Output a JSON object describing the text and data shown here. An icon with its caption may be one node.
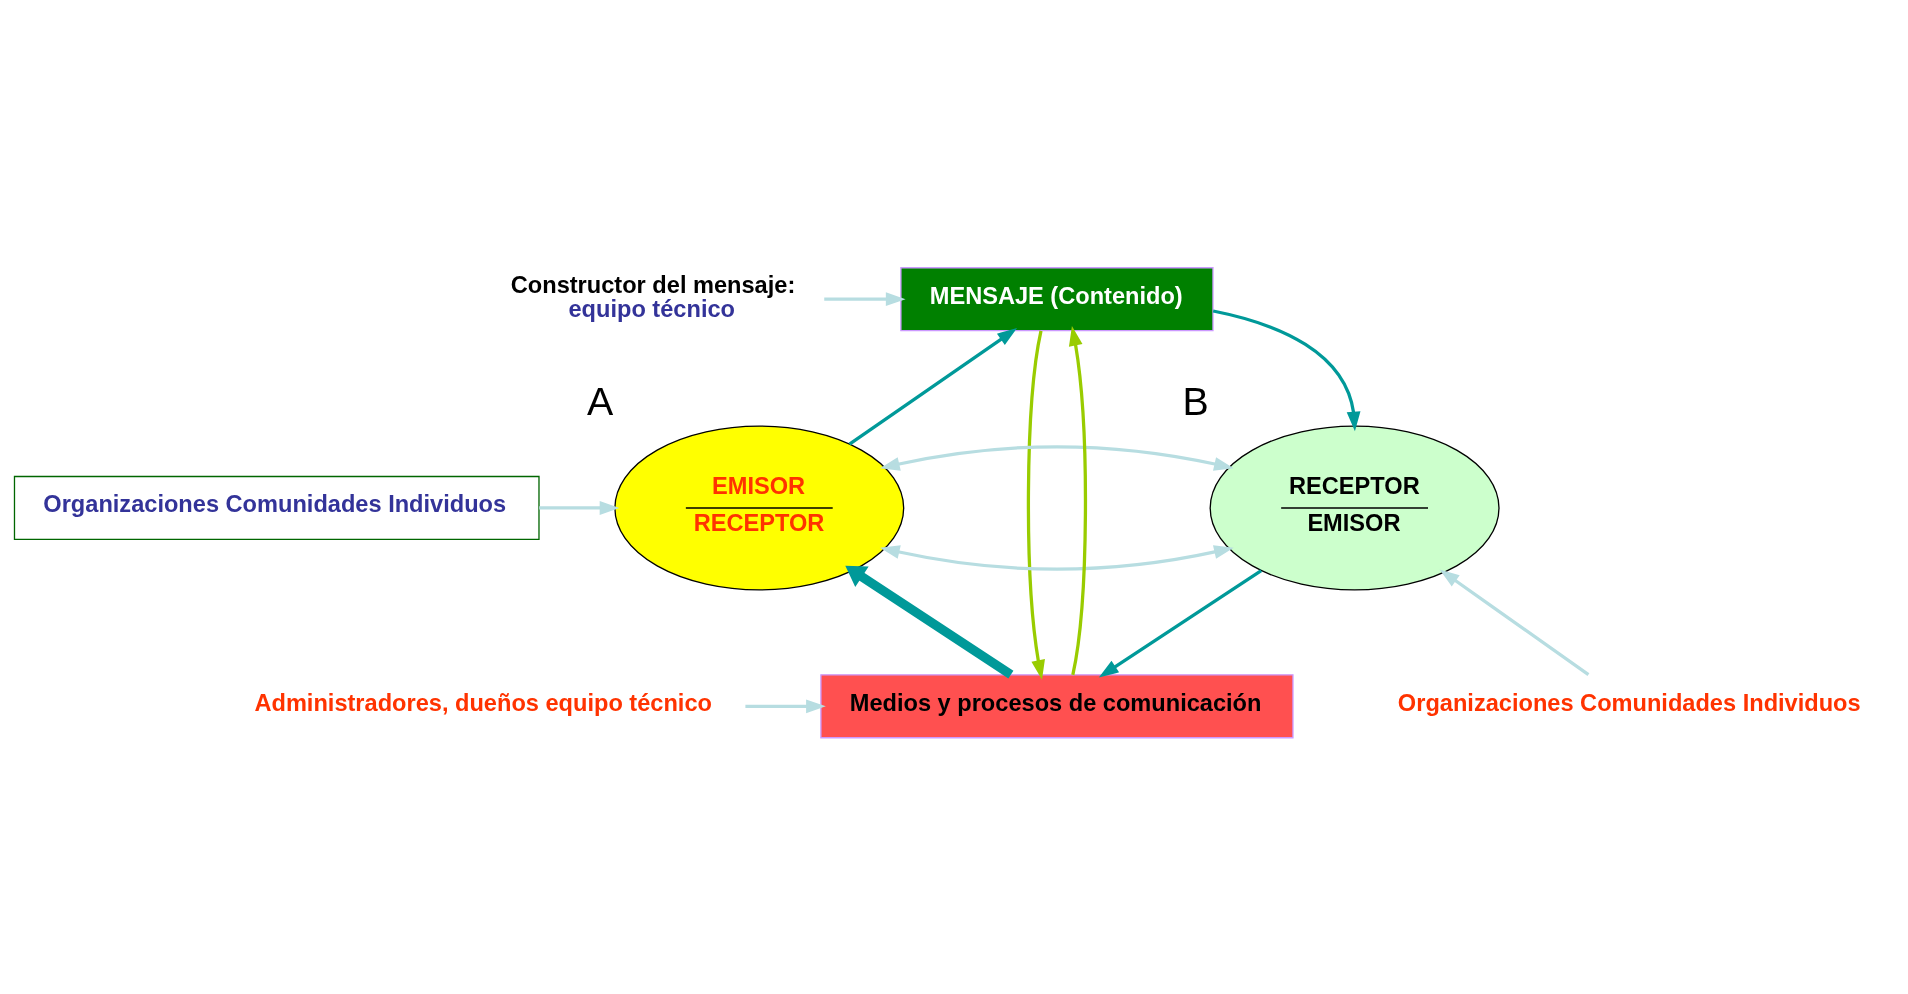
{
  "diagram": {
    "nodes": [
      {
        "text": [
          "MENSAJE (Contenido)"
        ]
      },
      {
        "text": [
          "EMISOR",
          "RECEPTOR"
        ],
        "beside": [
          "A"
        ]
      },
      {
        "text": [
          "RECEPTOR",
          "EMISOR"
        ],
        "beside": [
          "B"
        ]
      },
      {
        "text": [
          "Medios y procesos de comunicación"
        ]
      },
      {
        "text": [
          "Organizaciones Comunidades Individuos"
        ]
      },
      {
        "text": [
          "Organizaciones Comunidades Individuos"
        ]
      },
      {
        "text": [
          "Administradores, dueños equipo técnico"
        ]
      },
      {
        "text": [
          "Constructor del mensaje:",
          "equipo técnico"
        ]
      }
    ],
    "edges": [
      {
        "from": 1,
        "to": 0,
        "arrow": "to",
        "color": "#009999"
      },
      {
        "from": 0,
        "to": 2,
        "arrow": "to",
        "color": "#009999"
      },
      {
        "from": 2,
        "to": 3,
        "arrow": "to",
        "color": "#009999"
      },
      {
        "from": 3,
        "to": 1,
        "arrow": "to",
        "color": "#009999",
        "style": "thick"
      },
      {
        "from": 0,
        "to": 3,
        "arrow": "to",
        "color": "#99cc00"
      },
      {
        "from": 3,
        "to": 0,
        "arrow": "to",
        "color": "#99cc00"
      },
      {
        "from": 1,
        "to": 2,
        "arrow": "both",
        "color": "#b7dde1"
      },
      {
        "from": 2,
        "to": 1,
        "arrow": "both",
        "color": "#b7dde1"
      },
      {
        "from": 4,
        "to": 1,
        "arrow": "to",
        "color": "#b7dde1"
      },
      {
        "from": 5,
        "to": 2,
        "arrow": "to",
        "color": "#b7dde1"
      },
      {
        "from": 6,
        "to": 3,
        "arrow": "to",
        "color": "#b7dde1"
      },
      {
        "from": 7,
        "to": 0,
        "arrow": "to",
        "color": "#b7dde1"
      }
    ]
  }
}
